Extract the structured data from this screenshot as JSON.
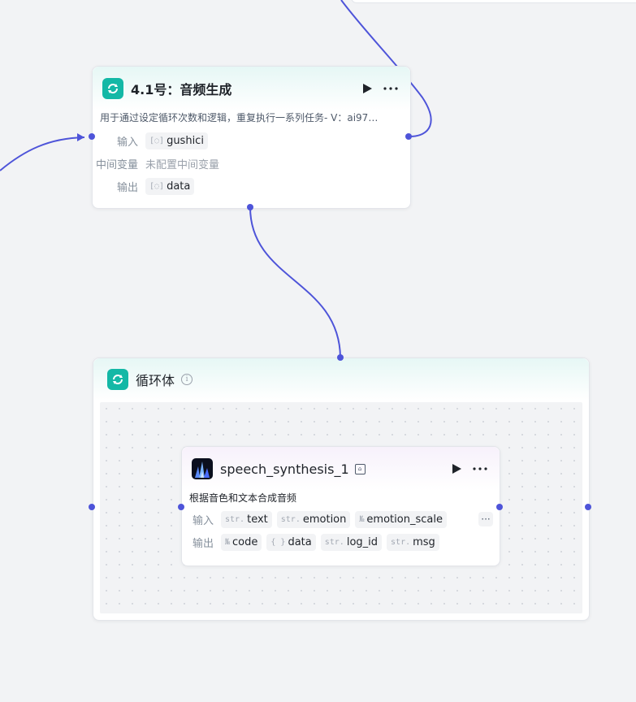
{
  "node_loop": {
    "title": "4.1号：音频生成",
    "description": "用于通过设定循环次数和逻辑，重复执行一系列任务- V：ai97…",
    "input_label": "输入",
    "input_type": "[◌]",
    "input_value": "gushici",
    "intermediate_label": "中间变量",
    "intermediate_value": "未配置中间变量",
    "output_label": "输出",
    "output_type": "[◌]",
    "output_value": "data"
  },
  "loop_body": {
    "title": "循环体",
    "info": "i"
  },
  "speech_node": {
    "title": "speech_synthesis_1",
    "description": "根据音色和文本合成音频",
    "input_label": "输入",
    "output_label": "输出",
    "inputs": [
      {
        "type": "str.",
        "name": "text"
      },
      {
        "type": "str.",
        "name": "emotion"
      },
      {
        "type": "№",
        "name": "emotion_scale"
      }
    ],
    "outputs": [
      {
        "type": "№",
        "name": "code"
      },
      {
        "type": "{ }",
        "name": "data"
      },
      {
        "type": "str.",
        "name": "log_id"
      },
      {
        "type": "str.",
        "name": "msg"
      }
    ],
    "more_inputs": "···"
  },
  "colors": {
    "wire": "#4e54d9",
    "accent_teal": "#14b8a6",
    "canvas_bg": "#f2f3f5"
  },
  "icons": {
    "loop_icon": "loop-arrows-icon",
    "run_icon": "play-icon",
    "more_icon": "ellipsis-icon",
    "speech_icon": "waveform-logo-icon"
  }
}
